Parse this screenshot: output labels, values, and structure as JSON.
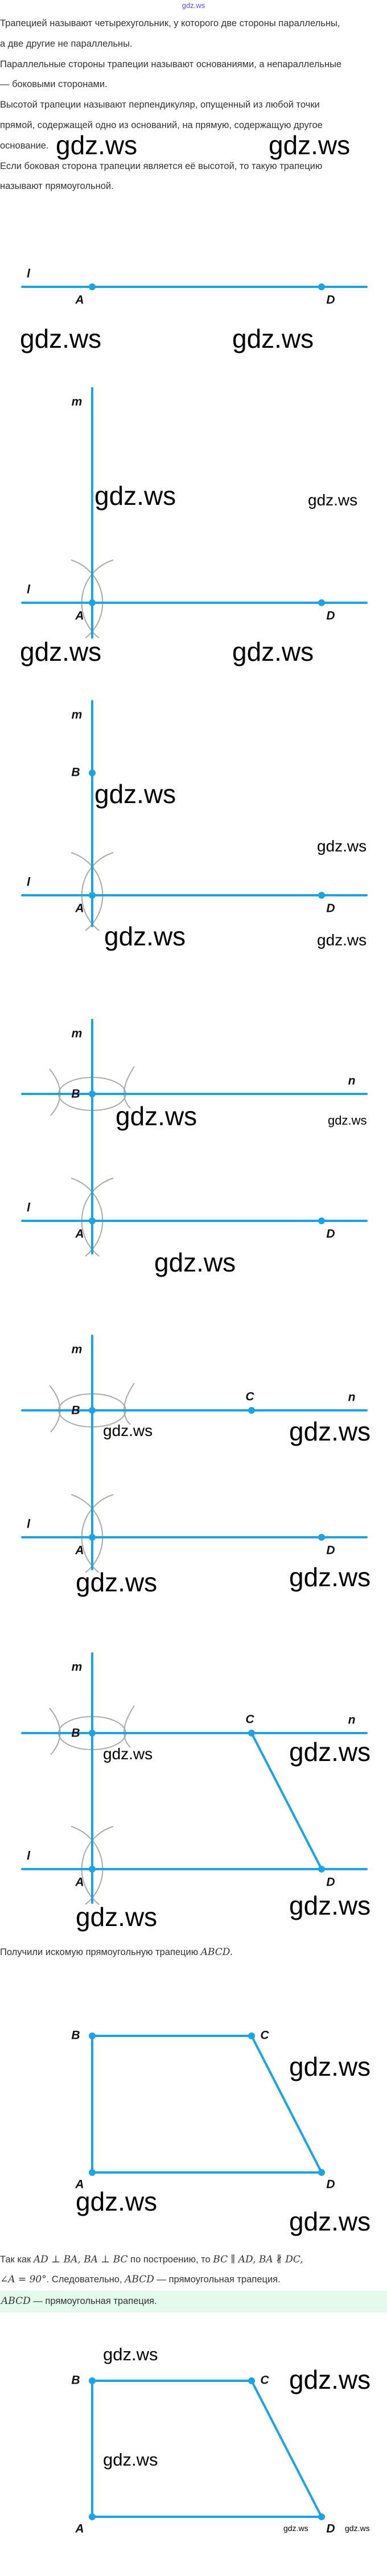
{
  "header": {
    "site": "gdz.ws"
  },
  "watermark": "gdz.ws",
  "intro": {
    "lines": [
      "Трапецией называют четырехугольник, у которого две стороны параллельны,",
      "а две другие не параллельны.",
      "Параллельные стороны трапеции называют основаниями, а непараллельные",
      "— боковыми сторонами.",
      "Высотой трапеции называют перпендикуляр, опущенный из любой точки",
      "прямой, содержащей одно из оснований, на прямую, содержащую другое",
      "основание.",
      "Если боковая сторона трапеции является её высотой, то такую трапецию",
      "называют прямоугольной."
    ]
  },
  "labels": {
    "l": "l",
    "m": "m",
    "n": "n",
    "A": "A",
    "B": "B",
    "C": "C",
    "D": "D"
  },
  "result": {
    "text": "Получили искомую прямоугольную трапецию ",
    "math": "ABCD."
  },
  "proof": {
    "l1_a": "Так как ",
    "l1_m1": "AD ⊥ BA, BA ⊥ BC",
    "l1_b": " по построению, то ",
    "l1_m2": "BC ∥ AD, BA ∦ DC,",
    "l2_m1": "∠A = 90°",
    "l2_a": ". Следовательно, ",
    "l2_m2": "ABCD",
    "l2_b": " — прямоугольная трапеция."
  },
  "answer": {
    "math": "ABCD",
    "text": " — прямоугольная трапеция."
  },
  "colors": {
    "line": "#1ba3e2",
    "arc": "#a9a9a9",
    "answer_bg": "#e2fbec"
  }
}
